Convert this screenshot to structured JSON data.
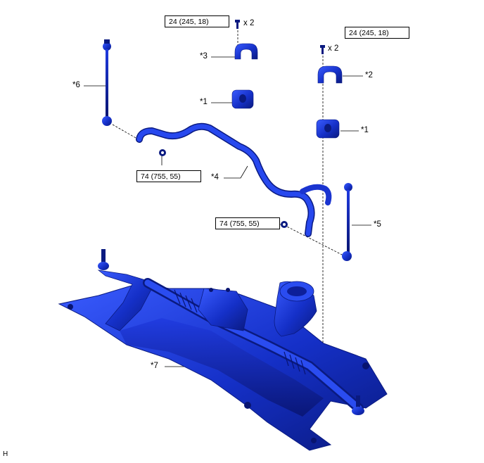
{
  "diagram": {
    "torque_specs": [
      {
        "id": "torque-1",
        "text": "24 (245, 18)"
      },
      {
        "id": "torque-2",
        "text": "24 (245, 18)"
      },
      {
        "id": "torque-3",
        "text": "74 (755, 55)"
      },
      {
        "id": "torque-4",
        "text": "74 (755, 55)"
      }
    ],
    "quantities": [
      {
        "id": "qty-1",
        "text": "x 2"
      },
      {
        "id": "qty-2",
        "text": "x 2"
      }
    ],
    "callouts": [
      {
        "id": "callout-3",
        "text": "*3"
      },
      {
        "id": "callout-2",
        "text": "*2"
      },
      {
        "id": "callout-1-left",
        "text": "*1"
      },
      {
        "id": "callout-1-right",
        "text": "*1"
      },
      {
        "id": "callout-6",
        "text": "*6"
      },
      {
        "id": "callout-4",
        "text": "*4"
      },
      {
        "id": "callout-5",
        "text": "*5"
      },
      {
        "id": "callout-7",
        "text": "*7"
      }
    ],
    "corner_label": "H",
    "part_color": "#1230c8"
  }
}
